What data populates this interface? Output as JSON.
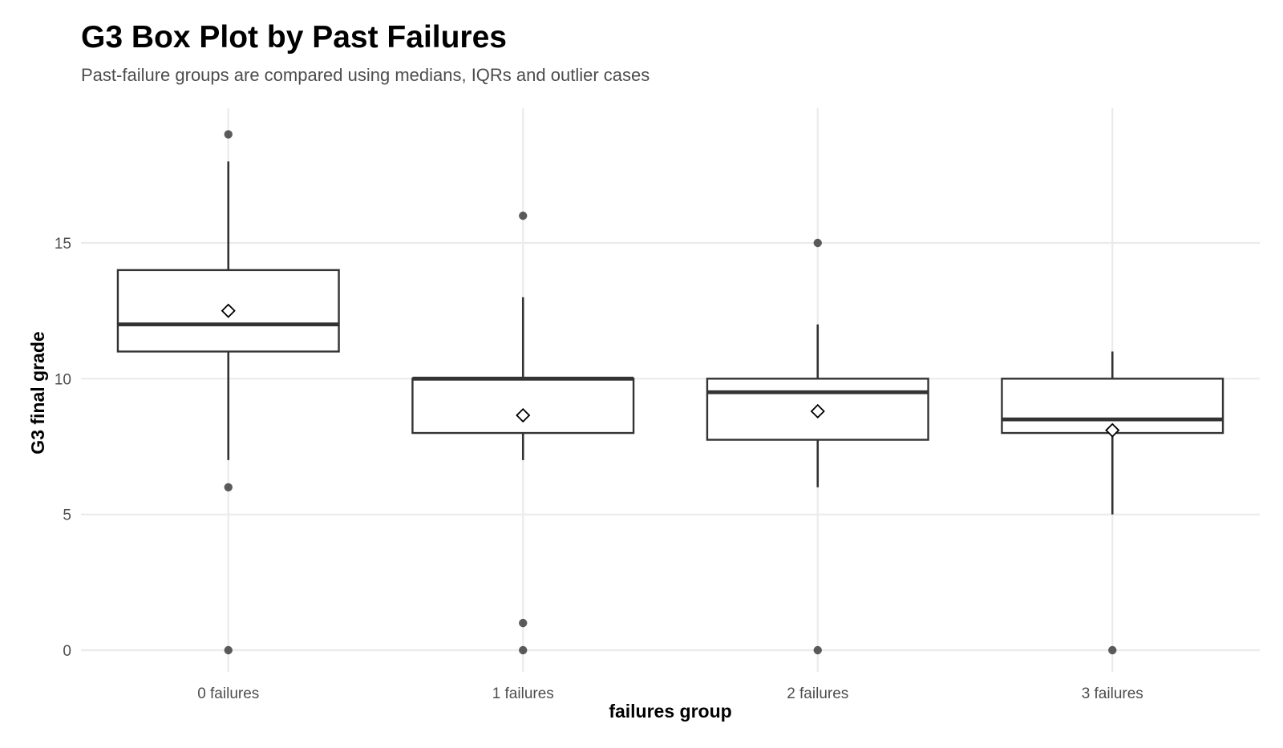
{
  "chart_data": {
    "type": "box",
    "title": "G3 Box Plot by Past Failures",
    "subtitle": "Past-failure groups are compared using medians, IQRs and outlier cases",
    "xlabel": "failures group",
    "ylabel": "G3 final grade",
    "ylim": [
      -0.8,
      20
    ],
    "yticks": [
      0,
      5,
      10,
      15
    ],
    "grid": true,
    "legend": "none",
    "colors": {
      "box_stroke": "#333333",
      "outlier": "#333333",
      "mean_marker_fill": "#ffffff",
      "grid": "#ebebeb"
    },
    "categories": [
      "0 failures",
      "1 failures",
      "2 failures",
      "3 failures"
    ],
    "boxes": [
      {
        "category": "0 failures",
        "whisker_low": 7,
        "q1": 11,
        "median": 12,
        "q3": 14,
        "whisker_high": 18,
        "mean": 12.5,
        "outliers": [
          19,
          6,
          0
        ]
      },
      {
        "category": "1 failures",
        "whisker_low": 7,
        "q1": 8,
        "median": 10,
        "q3": 10,
        "whisker_high": 13,
        "mean": 8.65,
        "outliers": [
          16,
          1,
          0
        ]
      },
      {
        "category": "2 failures",
        "whisker_low": 6,
        "q1": 7.75,
        "median": 9.5,
        "q3": 10,
        "whisker_high": 12,
        "mean": 8.8,
        "outliers": [
          15,
          0
        ]
      },
      {
        "category": "3 failures",
        "whisker_low": 5,
        "q1": 8,
        "median": 8.5,
        "q3": 10,
        "whisker_high": 11,
        "mean": 8.1,
        "outliers": [
          0
        ]
      }
    ]
  }
}
